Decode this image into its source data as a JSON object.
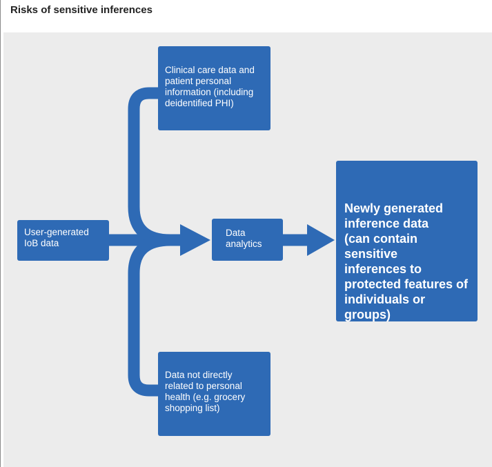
{
  "header": {
    "title": "Risks of sensitive inferences"
  },
  "diagram": {
    "accent_color": "#2e6ab5",
    "background_color": "#ececec",
    "nodes": {
      "user_generated": "User-generated\nIoB data",
      "clinical": "Clinical care data and\npatient personal\ninformation (including\ndeidentified PHI)",
      "grocery": "Data not directly\nrelated to personal\nhealth (e.g. grocery\nshopping list)",
      "analytics": "Data\nanalytics",
      "output": "Newly generated\ninference data\n(can contain sensitive\ninferences to\nprotected features of\nindividuals or groups)"
    },
    "edges": [
      {
        "from": "user_generated",
        "to": "analytics"
      },
      {
        "from": "clinical",
        "to": "analytics"
      },
      {
        "from": "grocery",
        "to": "analytics"
      },
      {
        "from": "analytics",
        "to": "output"
      }
    ]
  }
}
